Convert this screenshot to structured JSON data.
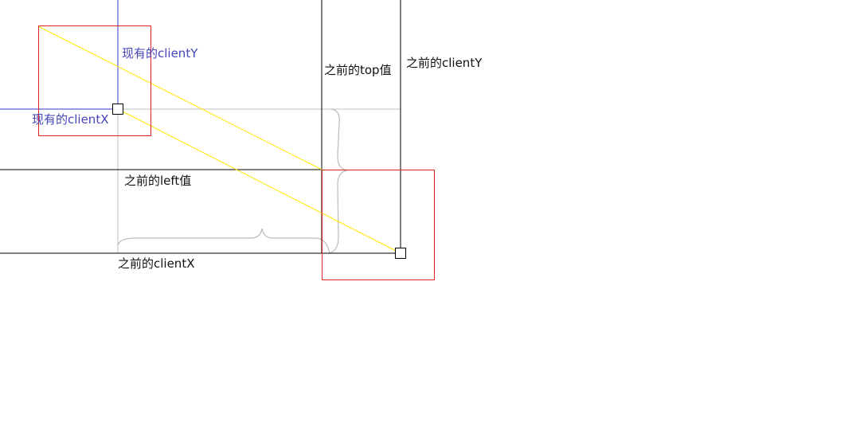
{
  "labels": {
    "current_client_y": "现有的clientY",
    "current_client_x": "现有的clientX",
    "previous_top": "之前的top值",
    "previous_client_y": "之前的clientY",
    "previous_left": "之前的left值",
    "previous_client_x": "之前的clientX"
  },
  "colors": {
    "current_axis": "#3333cc",
    "current_label": "#4444bb",
    "previous_axis": "#000000",
    "previous_label": "#111111",
    "box": "#dd2222",
    "path": "#ffe600",
    "brace": "#bbbbbb",
    "guide": "#c0c0c0"
  }
}
